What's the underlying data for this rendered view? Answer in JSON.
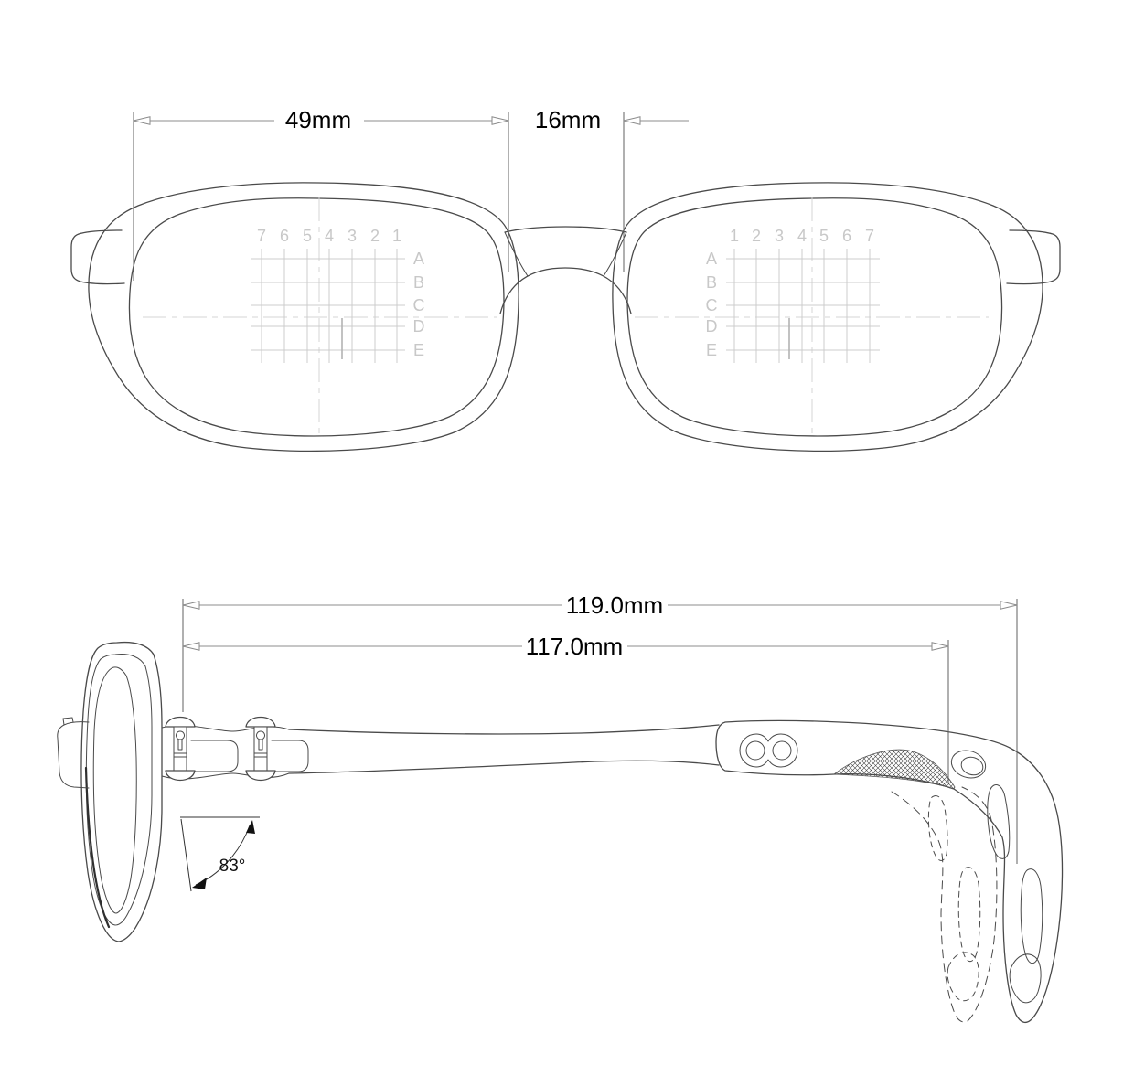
{
  "front_view": {
    "lens_width_label": "49mm",
    "bridge_width_label": "16mm",
    "left_lens_grid": {
      "columns": [
        "7",
        "6",
        "5",
        "4",
        "3",
        "2",
        "1"
      ],
      "rows": [
        "A",
        "B",
        "C",
        "D",
        "E"
      ]
    },
    "right_lens_grid": {
      "columns": [
        "1",
        "2",
        "3",
        "4",
        "5",
        "6",
        "7"
      ],
      "rows": [
        "A",
        "B",
        "C",
        "D",
        "E"
      ]
    }
  },
  "side_view": {
    "temple_length_total_label": "119.0mm",
    "temple_length_to_bend_label": "117.0mm",
    "pantoscopic_angle_label": "83°"
  },
  "colors": {
    "background": "#ffffff",
    "outline": "#4a4a4a",
    "dimension_line": "#a3a3a3",
    "extension_line": "#606060",
    "dimension_text": "#000000",
    "grid_line": "#cccccc",
    "grid_label": "#c8c8c8",
    "angle_text": "#111111"
  }
}
